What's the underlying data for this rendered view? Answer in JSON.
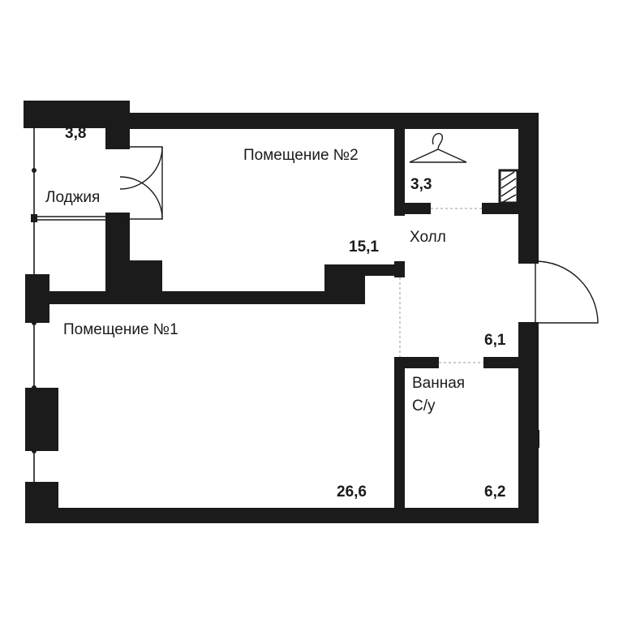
{
  "rooms": {
    "loggia": {
      "name": "Лоджия",
      "area": "3,8"
    },
    "room2": {
      "name": "Помещение №2",
      "area": "15,1"
    },
    "wardrobe": {
      "area": "3,3"
    },
    "hall": {
      "name": "Холл",
      "area": "6,1"
    },
    "room1": {
      "name": "Помещение №1",
      "area": "26,6"
    },
    "bathroom": {
      "name_line1": "Ванная",
      "name_line2": "С/у",
      "area": "6,2"
    }
  },
  "icons": {
    "wardrobe": "hanger-icon",
    "shaft": "ventilation-shaft-icon"
  },
  "colors": {
    "walls": "#1b1b1b",
    "background": "#ffffff",
    "opening_dash": "#9a9a9a"
  }
}
